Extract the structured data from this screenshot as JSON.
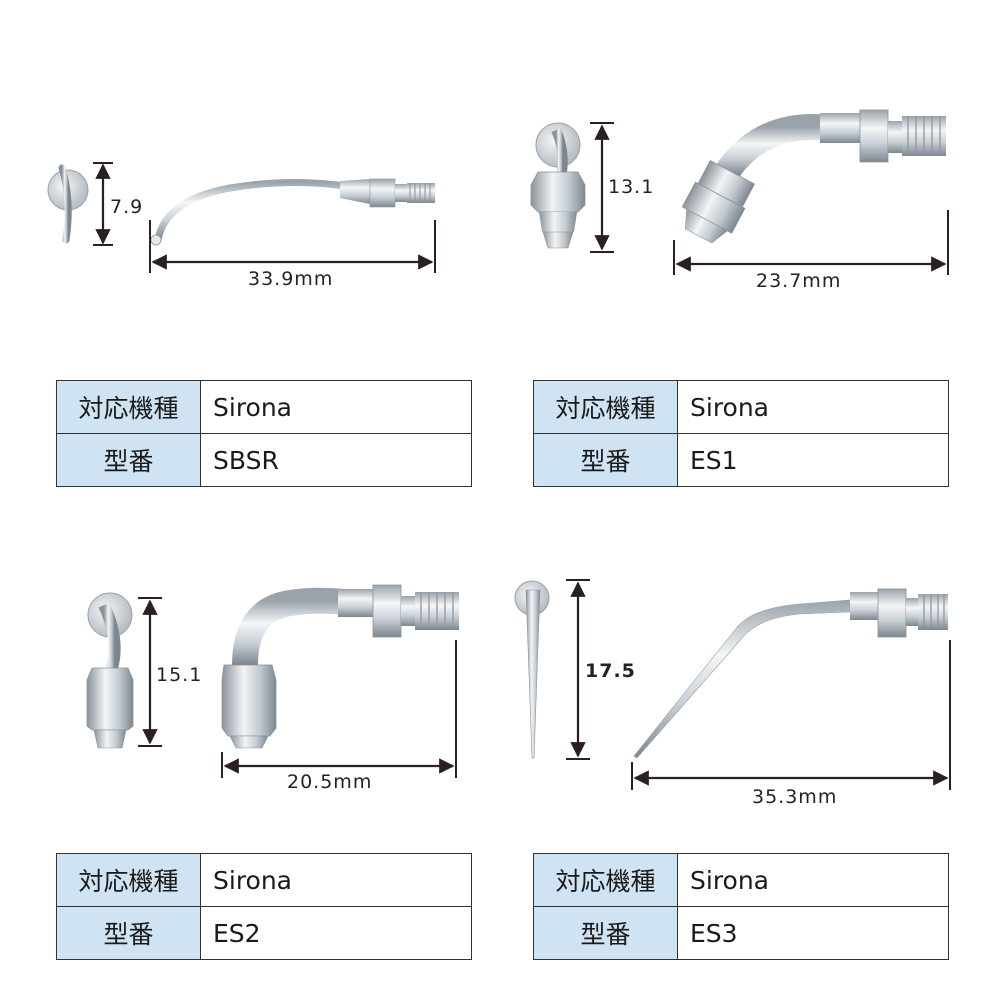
{
  "colors": {
    "metal_light": "#eef1f3",
    "metal_mid": "#b9c1c8",
    "metal_dark": "#7d8790",
    "dimension_line": "#2a2020",
    "table_header_bg": "#cfe3f2",
    "table_border": "#333333"
  },
  "tips": [
    {
      "height_label": "7.9",
      "width_label": "33.9mm",
      "table": {
        "label_model": "対応機種",
        "model": "Sirona",
        "label_number": "型番",
        "number": "SBSR"
      }
    },
    {
      "height_label": "13.1",
      "width_label": "23.7mm",
      "table": {
        "label_model": "対応機種",
        "model": "Sirona",
        "label_number": "型番",
        "number": "ES1"
      }
    },
    {
      "height_label": "15.1",
      "width_label": "20.5mm",
      "table": {
        "label_model": "対応機種",
        "model": "Sirona",
        "label_number": "型番",
        "number": "ES2"
      }
    },
    {
      "height_label": "17.5",
      "width_label": "35.3mm",
      "table": {
        "label_model": "対応機種",
        "model": "Sirona",
        "label_number": "型番",
        "number": "ES3"
      }
    }
  ]
}
